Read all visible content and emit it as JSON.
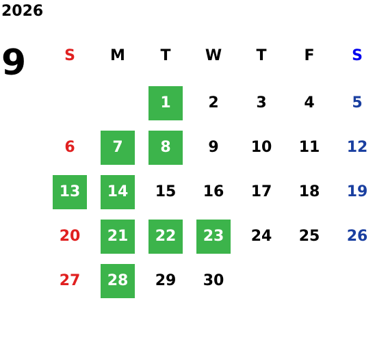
{
  "header": {
    "year": "2026",
    "month": "9"
  },
  "colors": {
    "sunday": "#e02020",
    "saturday": "#1a3fa0",
    "saturday_header": "#0000ee",
    "weekday": "#000000",
    "highlight_bg": "#3cb44b",
    "highlight_text": "#ffffff"
  },
  "weekdays": [
    {
      "label": "S",
      "kind": "sunday"
    },
    {
      "label": "M",
      "kind": "weekday"
    },
    {
      "label": "T",
      "kind": "weekday"
    },
    {
      "label": "W",
      "kind": "weekday"
    },
    {
      "label": "T",
      "kind": "weekday"
    },
    {
      "label": "F",
      "kind": "weekday"
    },
    {
      "label": "S",
      "kind": "saturday"
    }
  ],
  "weeks": [
    [
      "",
      "",
      "1",
      "2",
      "3",
      "4",
      "5"
    ],
    [
      "6",
      "7",
      "8",
      "9",
      "10",
      "11",
      "12"
    ],
    [
      "13",
      "14",
      "15",
      "16",
      "17",
      "18",
      "19"
    ],
    [
      "20",
      "21",
      "22",
      "23",
      "24",
      "25",
      "26"
    ],
    [
      "27",
      "28",
      "29",
      "30",
      "",
      "",
      ""
    ]
  ],
  "highlighted_days": [
    "1",
    "7",
    "8",
    "13",
    "14",
    "21",
    "22",
    "23",
    "28"
  ]
}
